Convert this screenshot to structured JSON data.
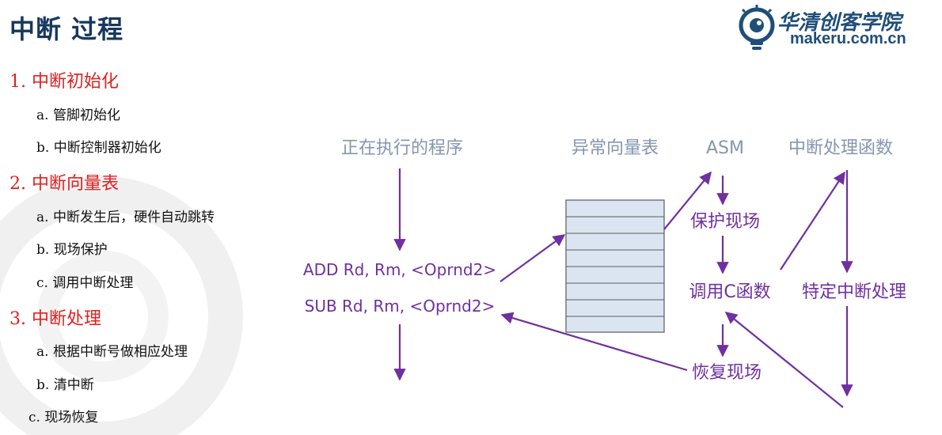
{
  "title": "中断 过程",
  "logo": {
    "brand": "华清创客学院",
    "url": "makeru.com.cn"
  },
  "outline": [
    {
      "heading": "1.  中断初始化",
      "items": [
        "a.  管脚初始化",
        "b.  中断控制器初始化"
      ]
    },
    {
      "heading": "2. 中断向量表",
      "items": [
        "a. 中断发生后，硬件自动跳转",
        "b.  现场保护",
        "c.  调用中断处理"
      ]
    },
    {
      "heading": "3. 中断处理",
      "items": [
        "a.  根据中断号做相应处理",
        "b.  清中断",
        "c.  现场恢复"
      ]
    }
  ],
  "diagram": {
    "running_program": "正在执行的程序",
    "vector_table": "异常向量表",
    "asm": "ASM",
    "handler": "中断处理函数",
    "instr_add": "ADD Rd, Rm, <Oprnd2>",
    "instr_sub": "SUB Rd, Rm, <Oprnd2>",
    "save_context": "保护现场",
    "call_c": "调用C函数",
    "specific_handler": "特定中断处理",
    "restore_context": "恢复现场"
  },
  "colors": {
    "title": "#17375e",
    "heading_red": "#e02020",
    "arrow_purple": "#7030a0",
    "diagram_text_blue": "#8496b0",
    "diagram_text_purple": "#7030a0",
    "table_fill": "#dbe5f1",
    "logo_blue": "#1f4e79"
  }
}
